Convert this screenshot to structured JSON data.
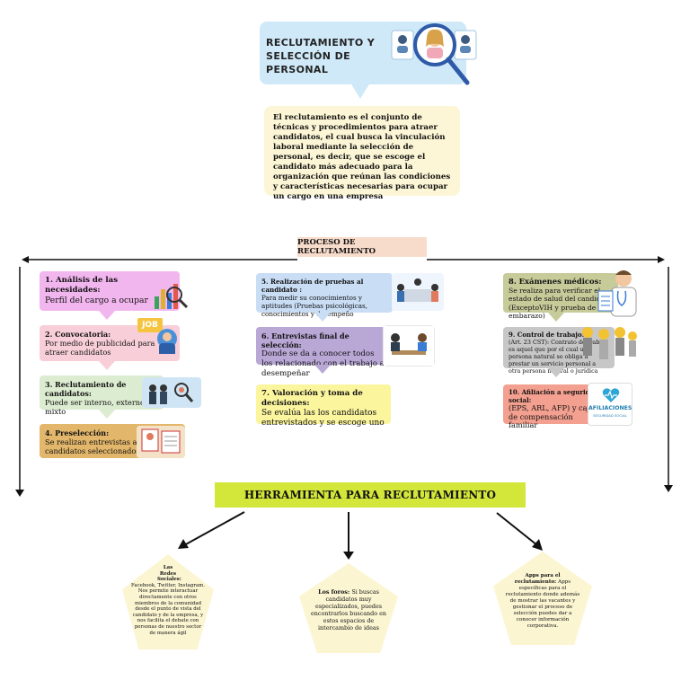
{
  "title": {
    "line1": "RECLUTAMIENTO Y",
    "line2": "SELECCIÓN DE PERSONAL"
  },
  "definition": "El reclutamiento es el conjunto de técnicas y procedimientos para atraer candidatos, el cual busca la vinculación laboral mediante la selección de personal, es decir, que se escoge el candidato más adecuado para la organización que reúnan las condiciones y características necesarias para ocupar un cargo en una empresa",
  "process_label": "PROCESO DE RECLUTAMIENTO",
  "steps": [
    {
      "title": "1. Análisis de las necesidades:",
      "body": "Perfil del cargo a ocupar"
    },
    {
      "title": "2. Convocatoria:",
      "body": "Por medio de publicidad para atraer candidatos"
    },
    {
      "title": "3. Reclutamiento de candidatos:",
      "body": "Puede ser interno, externo o mixto"
    },
    {
      "title": "4. Preselección:",
      "body": "Se realizan entrevistas a los candidatos seleccionados"
    },
    {
      "title": "5. Realización de pruebas al candidato :",
      "body": "Para medir su conocimientos y aptitudes (Pruebas psicológicas, conocimientos y desempeño"
    },
    {
      "title": "6. Entrevistas final de selección:",
      "body": "Donde se da a conocer todos los relacionado con el trabajo a desempeñar"
    },
    {
      "title": "7. Valoración y toma de decisiones:",
      "body": "Se evalúa las los candidatos entrevistados y se escoge uno"
    },
    {
      "title": "8. Exámenes médicos:",
      "body": "Se realiza para verificar el estado de salud del candidato (ExceptoVIH y prueba de embarazo)"
    },
    {
      "title": "9. Control de trabajo:",
      "body": "(Art. 23 CST): Contrato de trabajo es aquel que por el cual una persona natural se obliga a prestar un servicio personal a otra persona natural o jurídica"
    },
    {
      "title": "10. Afiliación a seguridad social:",
      "body": "(EPS, ARL, AFP) y caja de compensación familiar"
    }
  ],
  "badges": {
    "job": "JOB",
    "afiliaciones": "AFILIACIONES",
    "seguridad": "SEGURIDAD SOCIAL"
  },
  "tools_title": "HERRAMIENTA PARA RECLUTAMIENTO",
  "tools": [
    {
      "title": "Las Redes Sociales:",
      "body": "Facebook, Twitter, Instagram. Nos permite interactuar directamente con otros miembros de la comunidad desde el punto de vista del candidato y de la empresa, y nos facilita el debate con personas de nuestro sector de manera ágil"
    },
    {
      "title": "Los foros:",
      "body": "Si buscas candidatos muy especializados, puedes encontrarlos buscando en estos espacios de intercambio de ideas"
    },
    {
      "title": "Apps para el reclutamiento:",
      "body": "Apps específicas para el reclutamiento donde además de mostrar las vacantes y gestionar el proceso de selección puedes dar a conocer información corporativa."
    }
  ],
  "colors": {
    "title_bg": "#cfe9f8",
    "definition_bg": "#fdf6d6",
    "process_bg": "#f7dccb",
    "step1": "#f2b6ef",
    "step2": "#f8cfd8",
    "step3": "#dcecd0",
    "step4": "#e3b76b",
    "step5": "#c9ddf5",
    "step6": "#b9a7d6",
    "step7": "#fbf59e",
    "step8": "#c7cb9a",
    "step9": "#c7c7c7",
    "step10": "#f4a090",
    "tools_bar": "#d3e63a",
    "tools_bg": "#fbf5d2"
  }
}
